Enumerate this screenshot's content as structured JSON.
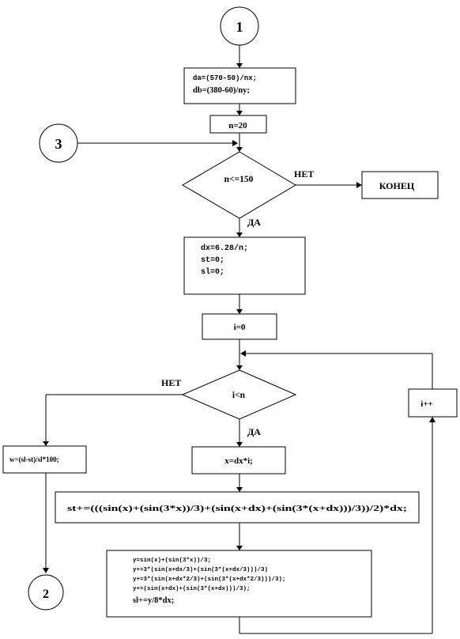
{
  "connectors": {
    "c1": "1",
    "c3": "3",
    "c2": "2"
  },
  "blocks": {
    "init_da": "da=(570-50)/nx;",
    "init_db": "db=(380-60)/ny;",
    "n_init": "n=20",
    "cond_n": "n<=150",
    "no_outer": "НЕТ",
    "end": "КОНЕЦ",
    "yes_outer": "ДА",
    "dx_line": "dx=6.28/n;",
    "st_line": "st=0;",
    "sl_line": "sl=0;",
    "i_init": "i=0",
    "cond_i": "i<n",
    "no_inner": "НЕТ",
    "yes_inner": "ДА",
    "w_calc": "w=(sl-st)/sl*100;",
    "x_calc": "x=dx*i;",
    "st_calc": "st+=(((sin(x)+(sin(3*x))/3)+(sin(x+dx)+(sin(3*(x+dx)))/3))/2)*dx;",
    "y1": "y=sin(x)+(sin(3*x))/3;",
    "y2": "y+=3*(sin(x+dx/3)+(sin(3*(x+dx/3)))/3)",
    "y3": "y+=3*(sin(x+dx*2/3)+(sin(3*(x+dx*2/3)))/3);",
    "y4": "y+=(sin(x+dx)+(sin(3*(x+dx)))/3);",
    "sl_calc": "sl+=y/8*dx;",
    "i_inc": "i++"
  }
}
